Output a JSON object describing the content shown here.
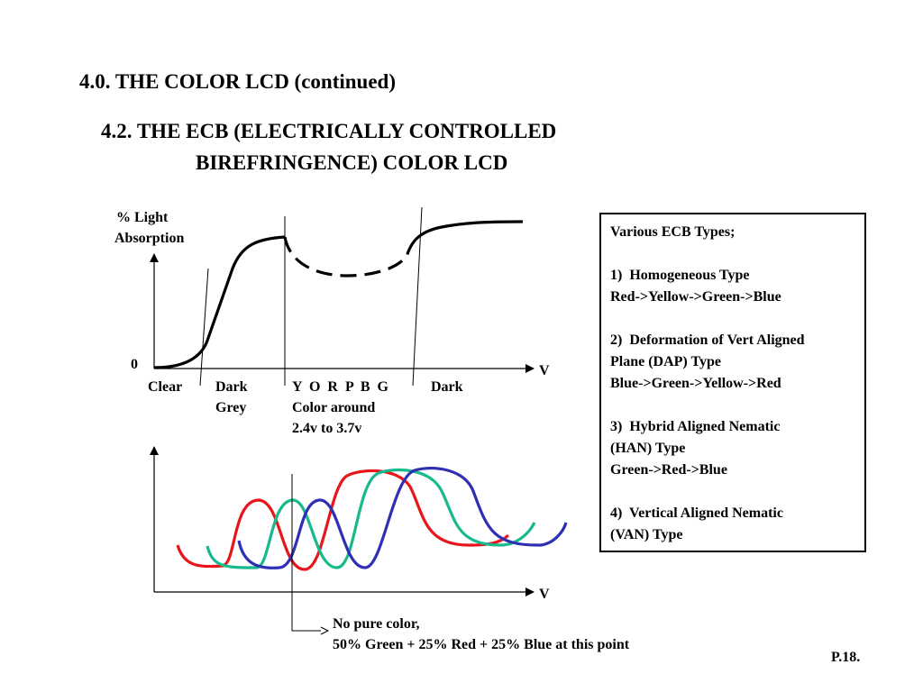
{
  "heading": "4.0. THE COLOR LCD (continued)",
  "subheading": {
    "line1": "4.2. THE ECB (ELECTRICALLY CONTROLLED",
    "line2": "BIREFRINGENCE) COLOR LCD"
  },
  "top_chart": {
    "ylabel_line1": "% Light",
    "ylabel_line2": "Absorption",
    "origin_label": "0",
    "xlabel": "V",
    "regions": {
      "clear": "Clear",
      "dark_grey_line1": "Dark",
      "dark_grey_line2": "Grey",
      "colors": "Y  O  R  P  B  G",
      "color_line2": "Color around",
      "color_line3": "2.4v to 3.7v",
      "dark": "Dark"
    }
  },
  "bottom_chart": {
    "xlabel": "V",
    "note_line1": "No pure color,",
    "note_line2": "50% Green + 25% Red + 25% Blue at this point",
    "colors": {
      "red": "#e8161b",
      "green": "#17b98d",
      "blue": "#2f2fb5"
    }
  },
  "ecb_types": {
    "title": "Various ECB Types;",
    "items": [
      {
        "line1": "1)  Homogeneous Type",
        "line2": "Red->Yellow->Green->Blue"
      },
      {
        "line1": "2)  Deformation of Vert Aligned",
        "line2": "Plane (DAP) Type",
        "line3": "Blue->Green->Yellow->Red"
      },
      {
        "line1": "3)  Hybrid Aligned Nematic",
        "line2": "(HAN) Type",
        "line3": "Green->Red->Blue"
      },
      {
        "line1": "4)  Vertical Aligned Nematic",
        "line2": "(VAN) Type"
      }
    ]
  },
  "page_number": "P.18."
}
